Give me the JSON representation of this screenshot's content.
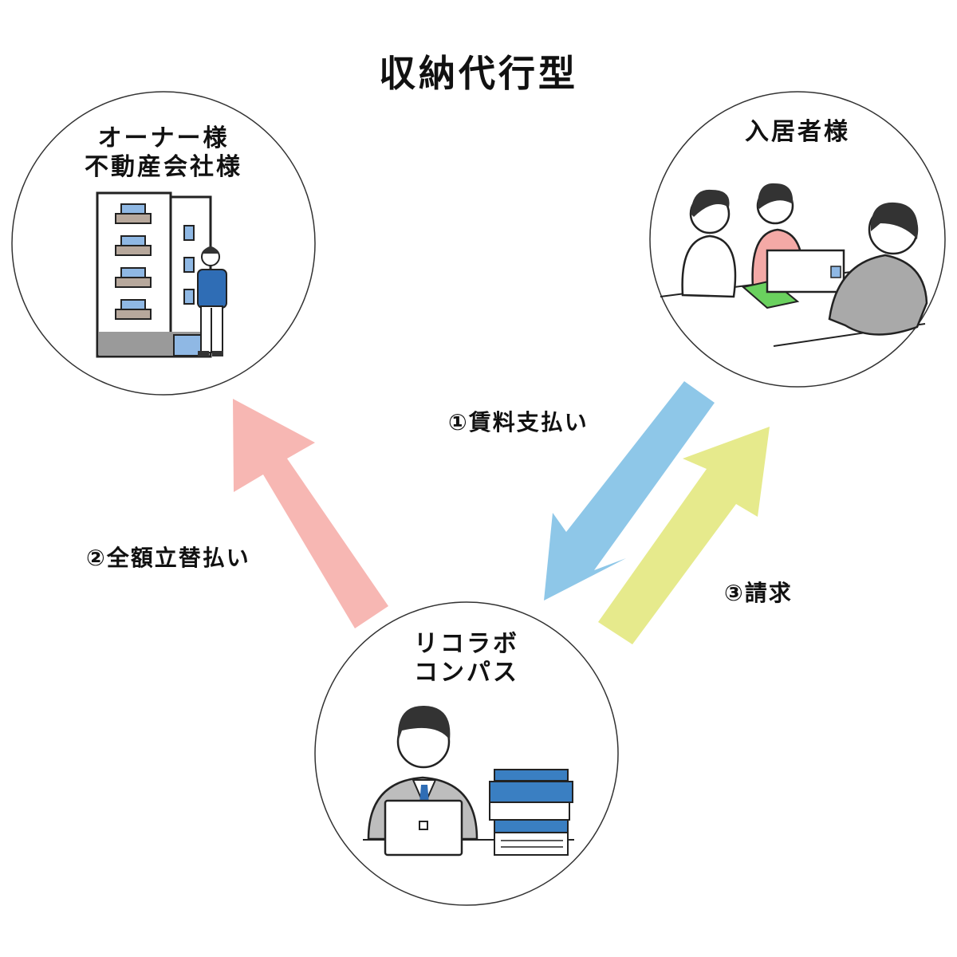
{
  "title": "収納代行型",
  "nodes": {
    "owner": {
      "line1": "オーナー様",
      "line2": "不動産会社様"
    },
    "tenant": {
      "line1": "入居者様"
    },
    "company": {
      "line1": "リコラボ",
      "line2": "コンパス"
    }
  },
  "flows": {
    "rent_payment": "①賃料支払い",
    "full_payment": "②全額立替払い",
    "billing": "③請求"
  },
  "colors": {
    "arrow_payment": "#8ec7e8",
    "arrow_advance": "#f7b7b3",
    "arrow_billing": "#e6ea8c",
    "circle_stroke": "#333333"
  }
}
